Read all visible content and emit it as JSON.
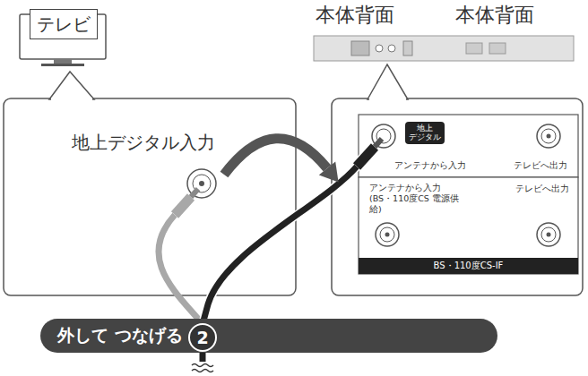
{
  "diagram": {
    "nodes": [
      {
        "text": [
          "テレビ"
        ]
      },
      {
        "text": [
          "地上デジタル入力"
        ]
      },
      {
        "text": [
          "アンテナから入力",
          "テレビへ出力"
        ]
      },
      {
        "text": [
          "地上 デジタル"
        ],
        "in": 2
      },
      {
        "text": [
          "アンテナから入力 (BS・110度CS 電源供給)",
          "テレビへ出力"
        ]
      },
      {
        "text": [
          "BS・110度CS-IF"
        ],
        "in": 4
      },
      {
        "text": [
          "外して つなげる"
        ]
      },
      {
        "text": [
          "2"
        ]
      }
    ],
    "labels": [
      "本体背面",
      "本体背面"
    ]
  }
}
